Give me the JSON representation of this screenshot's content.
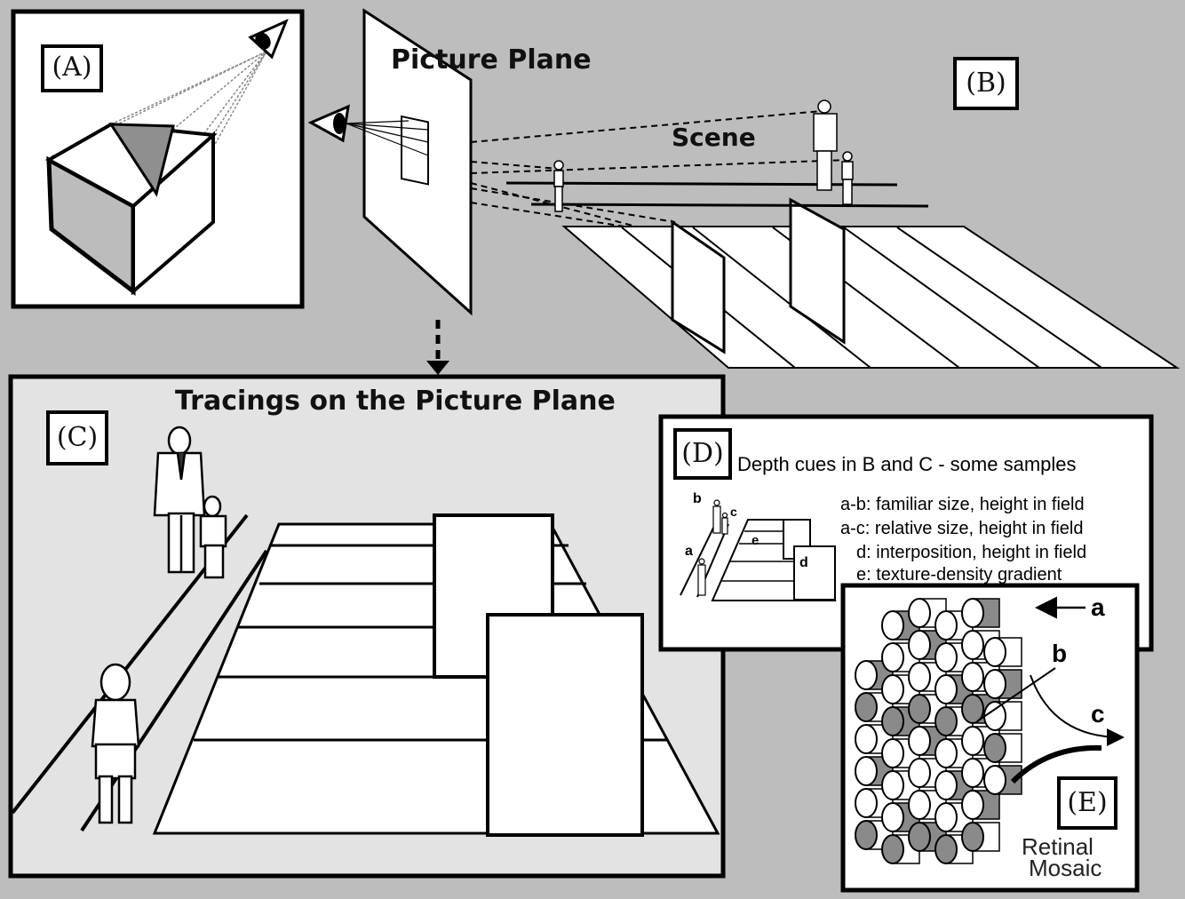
{
  "panel_a": {
    "tag": "(A)"
  },
  "panel_b": {
    "tag": "(B)",
    "picture_plane_label": "Picture Plane",
    "scene_label": "Scene"
  },
  "panel_c": {
    "tag": "(C)",
    "title": "Tracings on the Picture Plane"
  },
  "panel_d": {
    "tag": "(D)",
    "title": "Depth cues in B and C - some samples",
    "cues": [
      {
        "key": "a-b:",
        "text": "familiar size, height in field"
      },
      {
        "key": "a-c:",
        "text": "relative size, height in field"
      },
      {
        "key": "d:",
        "text": "interposition, height in field"
      },
      {
        "key": "e:",
        "text": "texture-density gradient"
      }
    ],
    "mini_letters": {
      "a": "a",
      "b": "b",
      "c": "c",
      "d": "d",
      "e": "e"
    }
  },
  "panel_e": {
    "tag": "(E)",
    "caption_line1": "Retinal",
    "caption_line2": "Mosaic",
    "pointer_a": "a",
    "pointer_b": "b",
    "pointer_c": "c"
  },
  "colors": {
    "background": "#bdbdbd",
    "panel_c_bg": "#e3e3e3",
    "cell_gray": "#8a8a8a",
    "ink": "#000000"
  }
}
